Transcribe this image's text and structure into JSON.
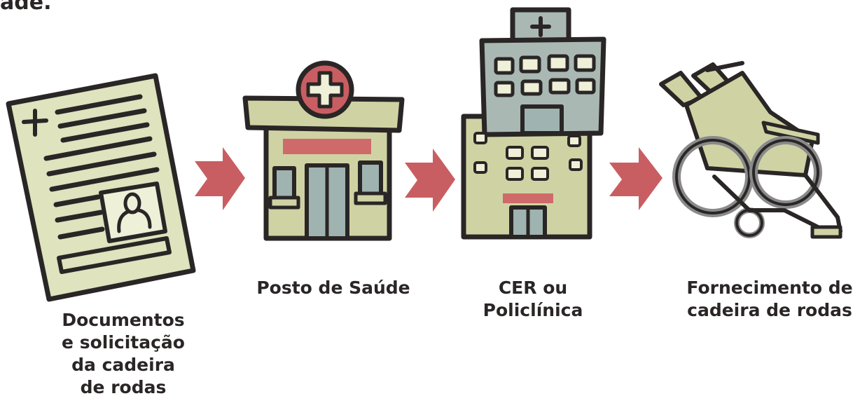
{
  "top_fragment": "ade.",
  "steps": [
    {
      "icon": "document-icon",
      "lines": [
        "Documentos",
        "e solicitação",
        "da cadeira",
        "de rodas"
      ]
    },
    {
      "icon": "health-post-icon",
      "lines": [
        "Posto de Saúde"
      ]
    },
    {
      "icon": "hospital-icon",
      "lines": [
        "CER ou",
        "Policlínica"
      ]
    },
    {
      "icon": "wheelchair-icon",
      "lines": [
        "Fornecimento de",
        "cadeira de rodas"
      ]
    }
  ],
  "colors": {
    "ink": "#2a2626",
    "paper": "#dfe3be",
    "building": "#cfd3a3",
    "glass": "#9fb3b0",
    "band": "#cf6a6a",
    "arrow": "#c95e62",
    "photo": "#eef0d8",
    "roof_gray": "#aab8b4",
    "wheel": "#8a8a8a"
  }
}
